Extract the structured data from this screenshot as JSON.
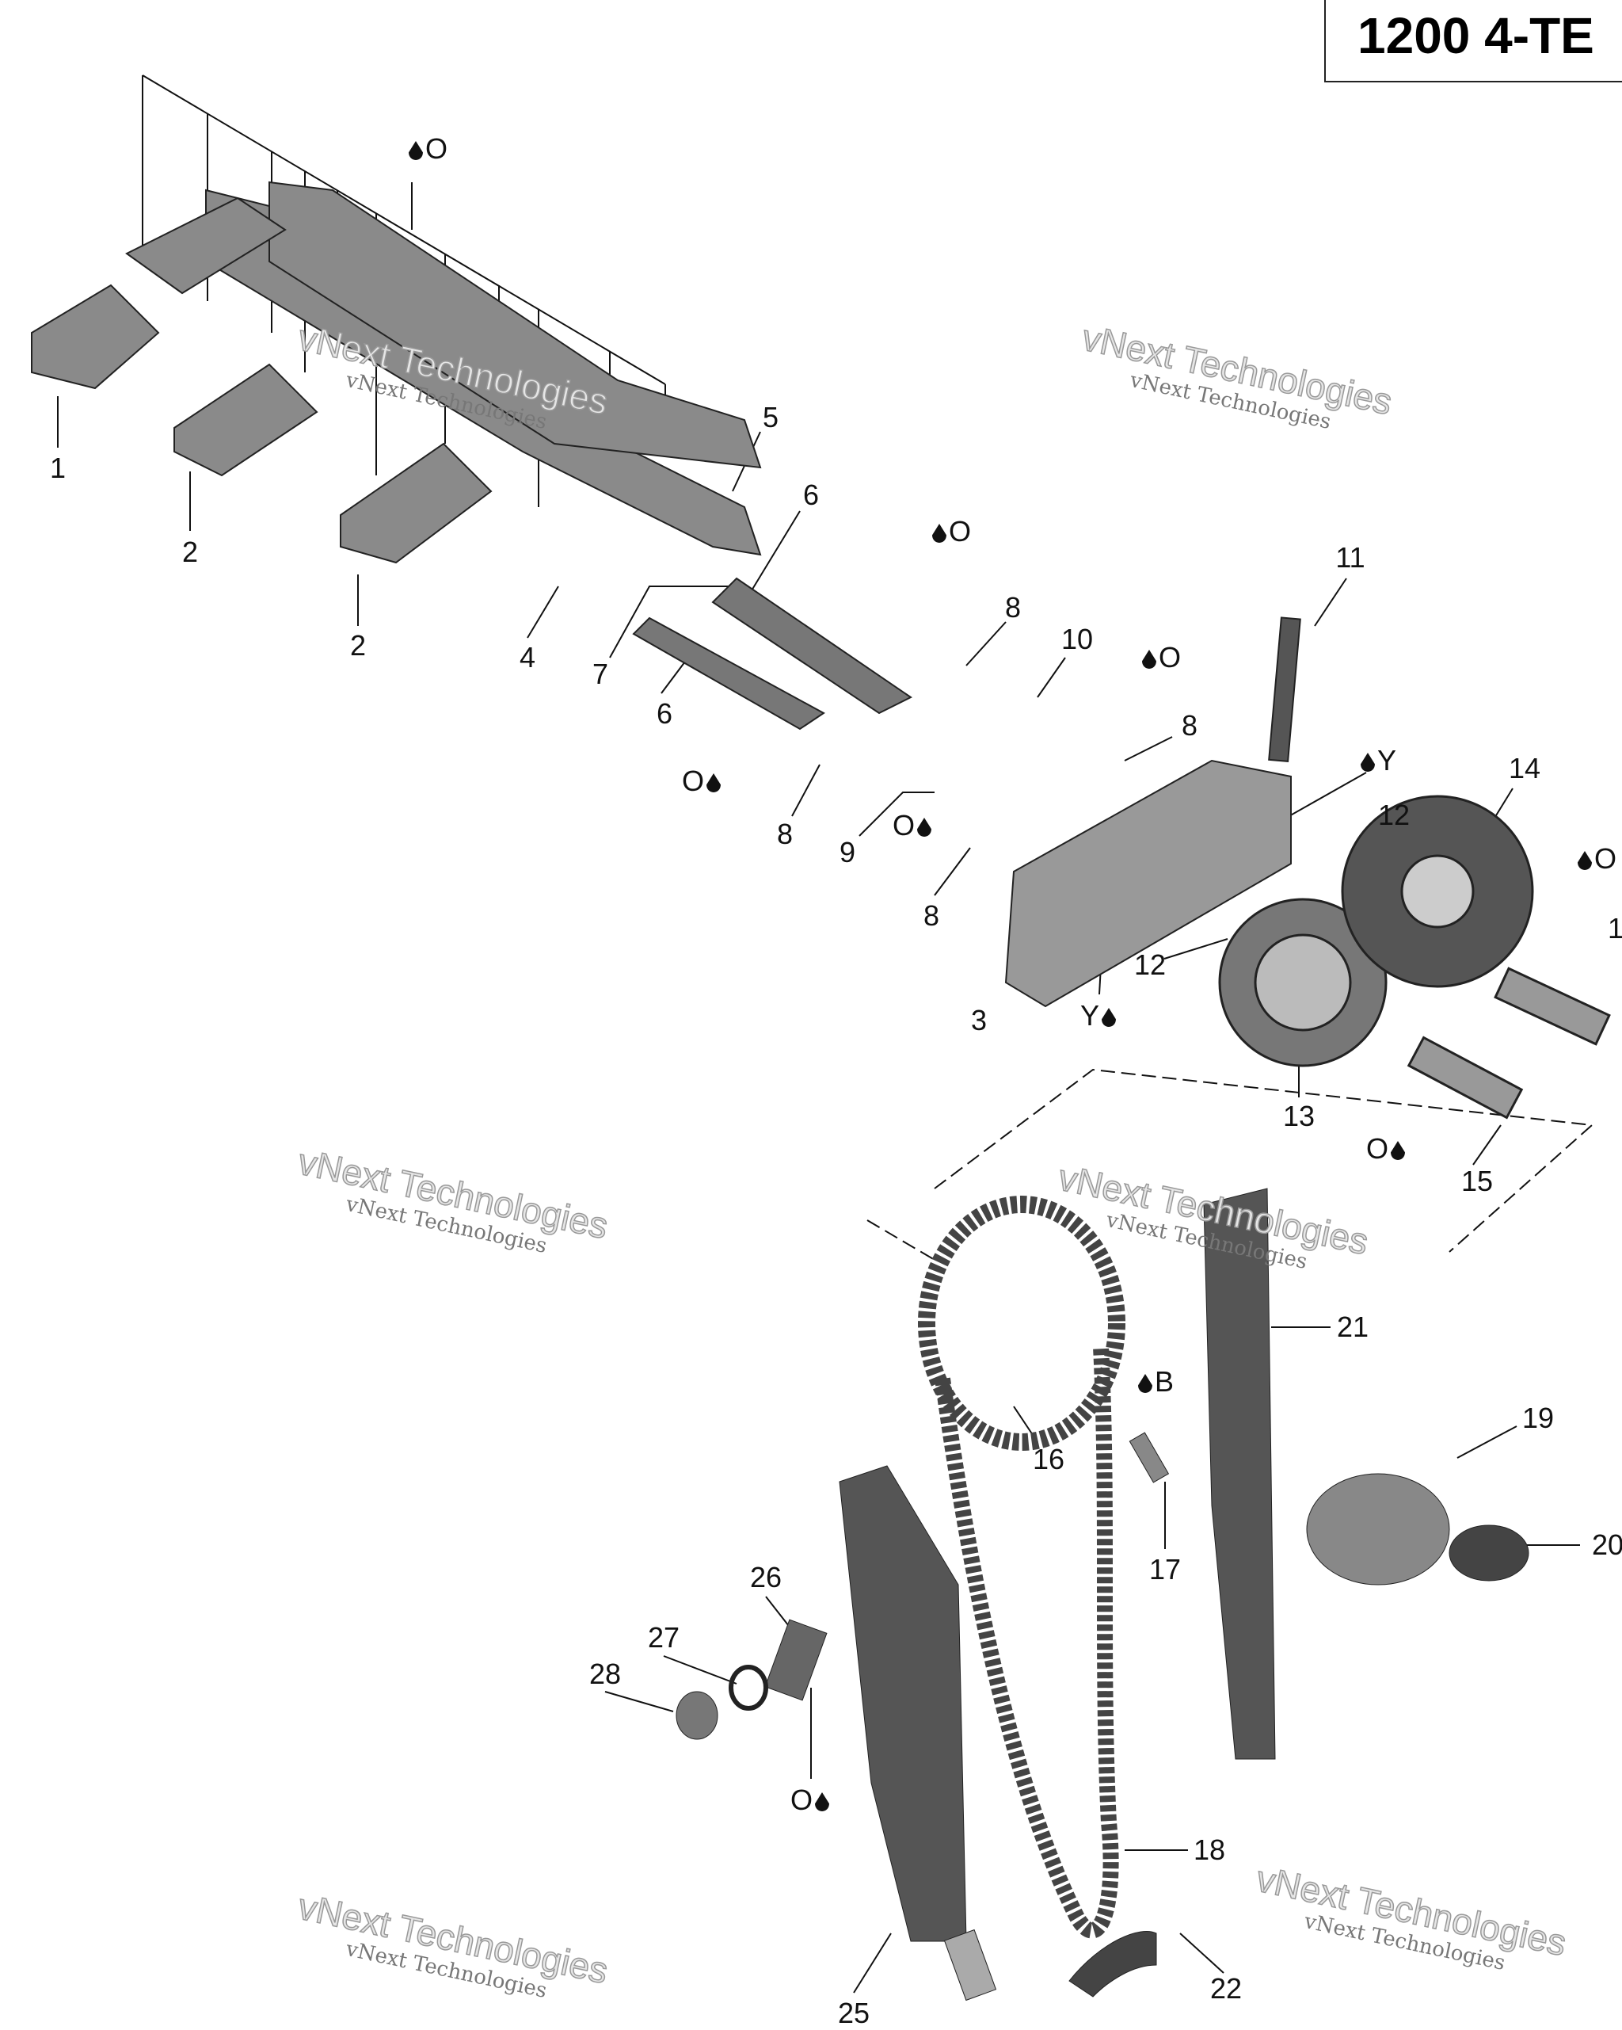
{
  "title": "1200 4-TE",
  "watermark": "vNext Technologies",
  "watermark_logo": "vNext Technologies",
  "callouts": {
    "c1": "1",
    "c2a": "2",
    "c2b": "2",
    "c3": "3",
    "c4": "4",
    "c5": "5",
    "c6a": "6",
    "c6b": "6",
    "c7": "7",
    "c8a": "8",
    "c8b": "8",
    "c8c": "8",
    "c8d": "8",
    "c9": "9",
    "c10": "10",
    "c11": "11",
    "c12a": "12",
    "c12b": "12",
    "c13": "13",
    "c14": "14",
    "c15": "15",
    "c16": "16",
    "c17": "17",
    "c18": "18",
    "c19": "19",
    "c20": "20",
    "c21": "21",
    "c22": "22",
    "c25": "25",
    "c26": "26",
    "c27": "27",
    "c28": "28",
    "c1x": "1"
  },
  "lubricants": {
    "o": "O",
    "y": "Y",
    "b": "B"
  }
}
